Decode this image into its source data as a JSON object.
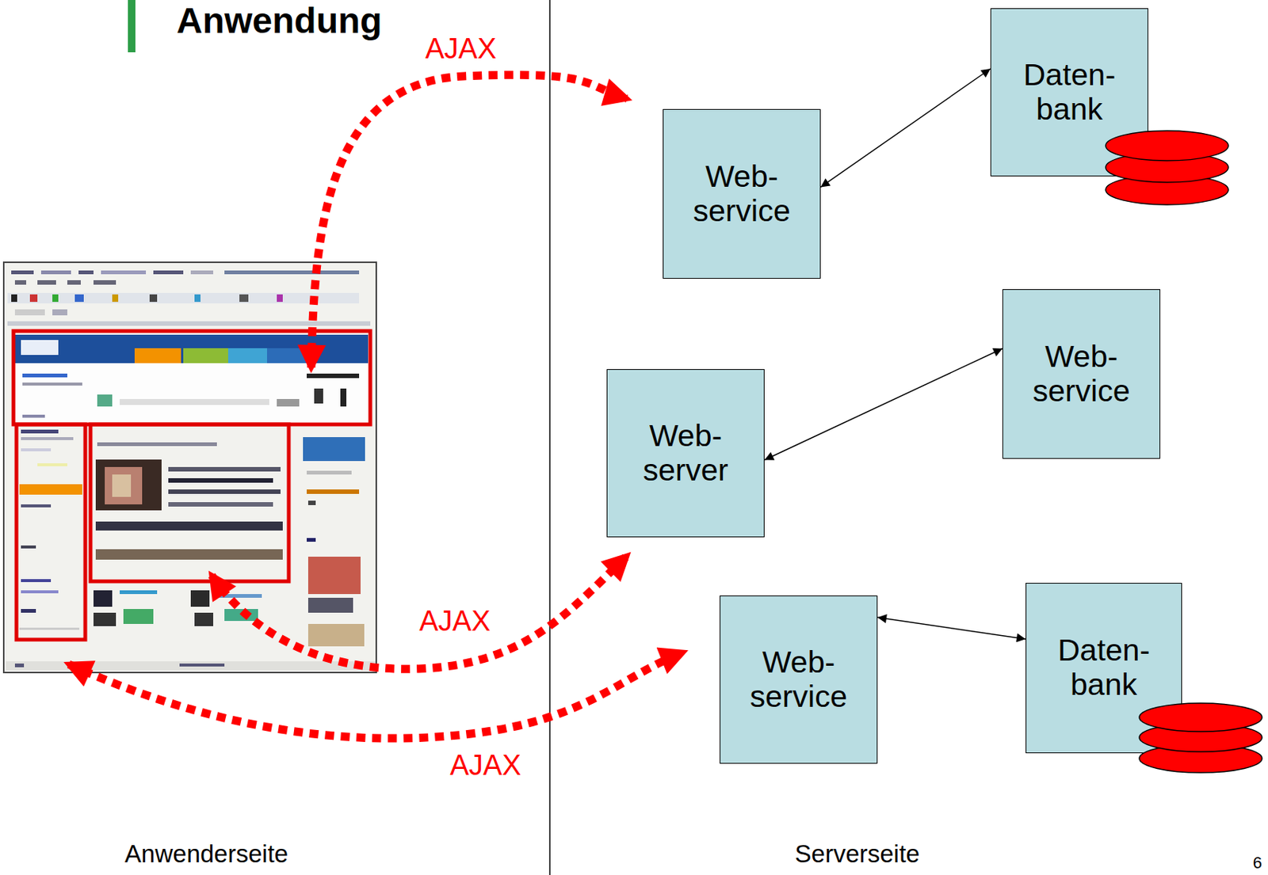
{
  "diagram": {
    "title": "Anwendung",
    "nodes": [
      {
        "text": [
          "Web- service"
        ]
      },
      {
        "text": [
          "Daten- bank"
        ]
      },
      {
        "text": [
          "Web- server"
        ]
      },
      {
        "text": [
          "Web- service"
        ]
      },
      {
        "text": [
          "Web- service"
        ]
      },
      {
        "text": [
          "Daten- bank"
        ]
      }
    ],
    "edges": [
      {
        "from": 0,
        "to": 1,
        "arrow": "both"
      },
      {
        "from": 2,
        "to": 3,
        "arrow": "both"
      },
      {
        "from": 4,
        "to": 5,
        "arrow": "both"
      }
    ],
    "labels": [
      "AJAX",
      "AJAX",
      "AJAX",
      "Anwenderseite",
      "Serverseite",
      "6"
    ]
  }
}
